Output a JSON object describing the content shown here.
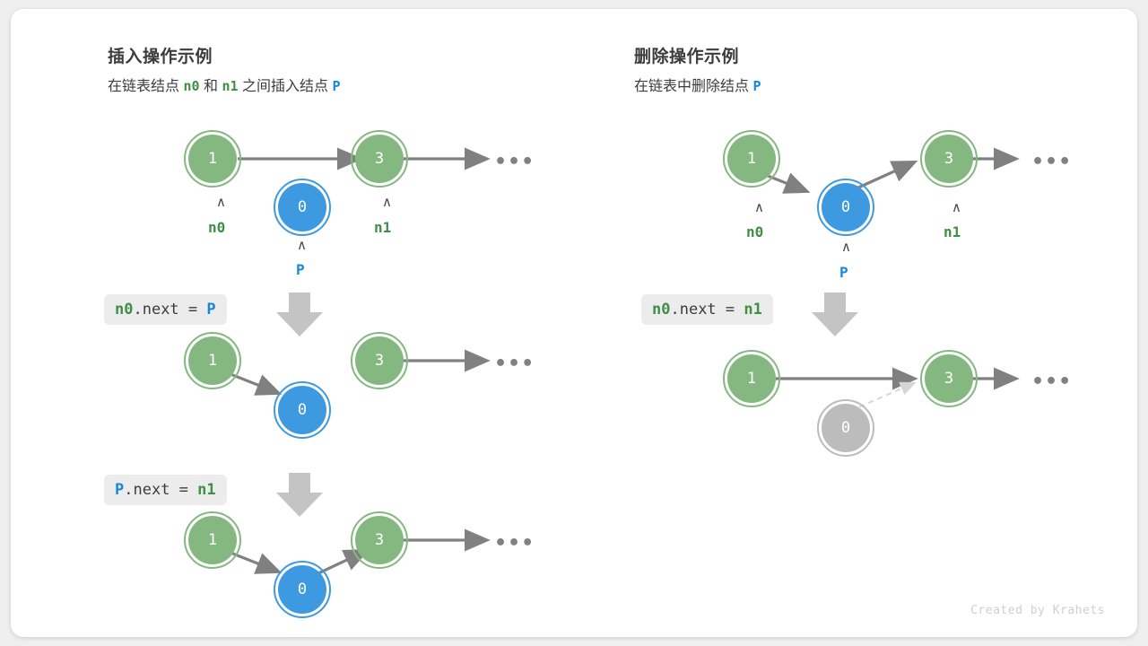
{
  "canvas": {
    "background": "#efefef",
    "card_background": "#ffffff",
    "credit": "Created by Krahets"
  },
  "colors": {
    "node_green": "#85b880",
    "node_blue": "#3d9ae0",
    "node_gray": "#bcbcbc",
    "label_green": "#3f8f47",
    "label_blue": "#1787d8",
    "arrow_gray": "#808080",
    "chip_background": "#ececec",
    "block_arrow": "#c4c4c4"
  },
  "panels": [
    {
      "id": "insert",
      "title": "插入操作示例",
      "subtitle": {
        "part1": "在链表结点",
        "var1": "n0",
        "part2": "和",
        "var2": "n1",
        "part3": "之间插入结点",
        "var3": "P"
      },
      "rows": [
        {
          "id": "insert-row-0",
          "nodes": [
            {
              "value": "1",
              "kind": "green",
              "pointer": "n0",
              "pointer_kind": "green"
            },
            {
              "value": "0",
              "kind": "blue",
              "pointer": "P",
              "pointer_kind": "blue"
            },
            {
              "value": "3",
              "kind": "green",
              "pointer": "n1",
              "pointer_kind": "green"
            }
          ],
          "tail_ellipsis": "•••"
        },
        {
          "id": "insert-row-1",
          "nodes": [
            {
              "value": "1",
              "kind": "green"
            },
            {
              "value": "0",
              "kind": "blue"
            },
            {
              "value": "3",
              "kind": "green"
            }
          ],
          "tail_ellipsis": "•••"
        },
        {
          "id": "insert-row-2",
          "nodes": [
            {
              "value": "1",
              "kind": "green"
            },
            {
              "value": "0",
              "kind": "blue"
            },
            {
              "value": "3",
              "kind": "green"
            }
          ],
          "tail_ellipsis": "•••"
        }
      ],
      "steps": [
        {
          "id": "insert-step-1",
          "target": "n0",
          "target_kind": "green",
          "middle": ".next = ",
          "source": "P",
          "source_kind": "blue"
        },
        {
          "id": "insert-step-2",
          "target": "P",
          "target_kind": "blue",
          "middle": ".next = ",
          "source": "n1",
          "source_kind": "green"
        }
      ]
    },
    {
      "id": "delete",
      "title": "删除操作示例",
      "subtitle": {
        "part1": "在链表中删除结点",
        "var1": "P"
      },
      "rows": [
        {
          "id": "delete-row-0",
          "nodes": [
            {
              "value": "1",
              "kind": "green",
              "pointer": "n0",
              "pointer_kind": "green"
            },
            {
              "value": "0",
              "kind": "blue",
              "pointer": "P",
              "pointer_kind": "blue"
            },
            {
              "value": "3",
              "kind": "green",
              "pointer": "n1",
              "pointer_kind": "green"
            }
          ],
          "tail_ellipsis": "•••"
        },
        {
          "id": "delete-row-1",
          "nodes": [
            {
              "value": "1",
              "kind": "green"
            },
            {
              "value": "0",
              "kind": "gray"
            },
            {
              "value": "3",
              "kind": "green"
            }
          ],
          "tail_ellipsis": "•••"
        }
      ],
      "steps": [
        {
          "id": "delete-step-1",
          "target": "n0",
          "target_kind": "green",
          "middle": ".next = ",
          "source": "n1",
          "source_kind": "green"
        }
      ]
    }
  ],
  "caret_glyph": "∧"
}
